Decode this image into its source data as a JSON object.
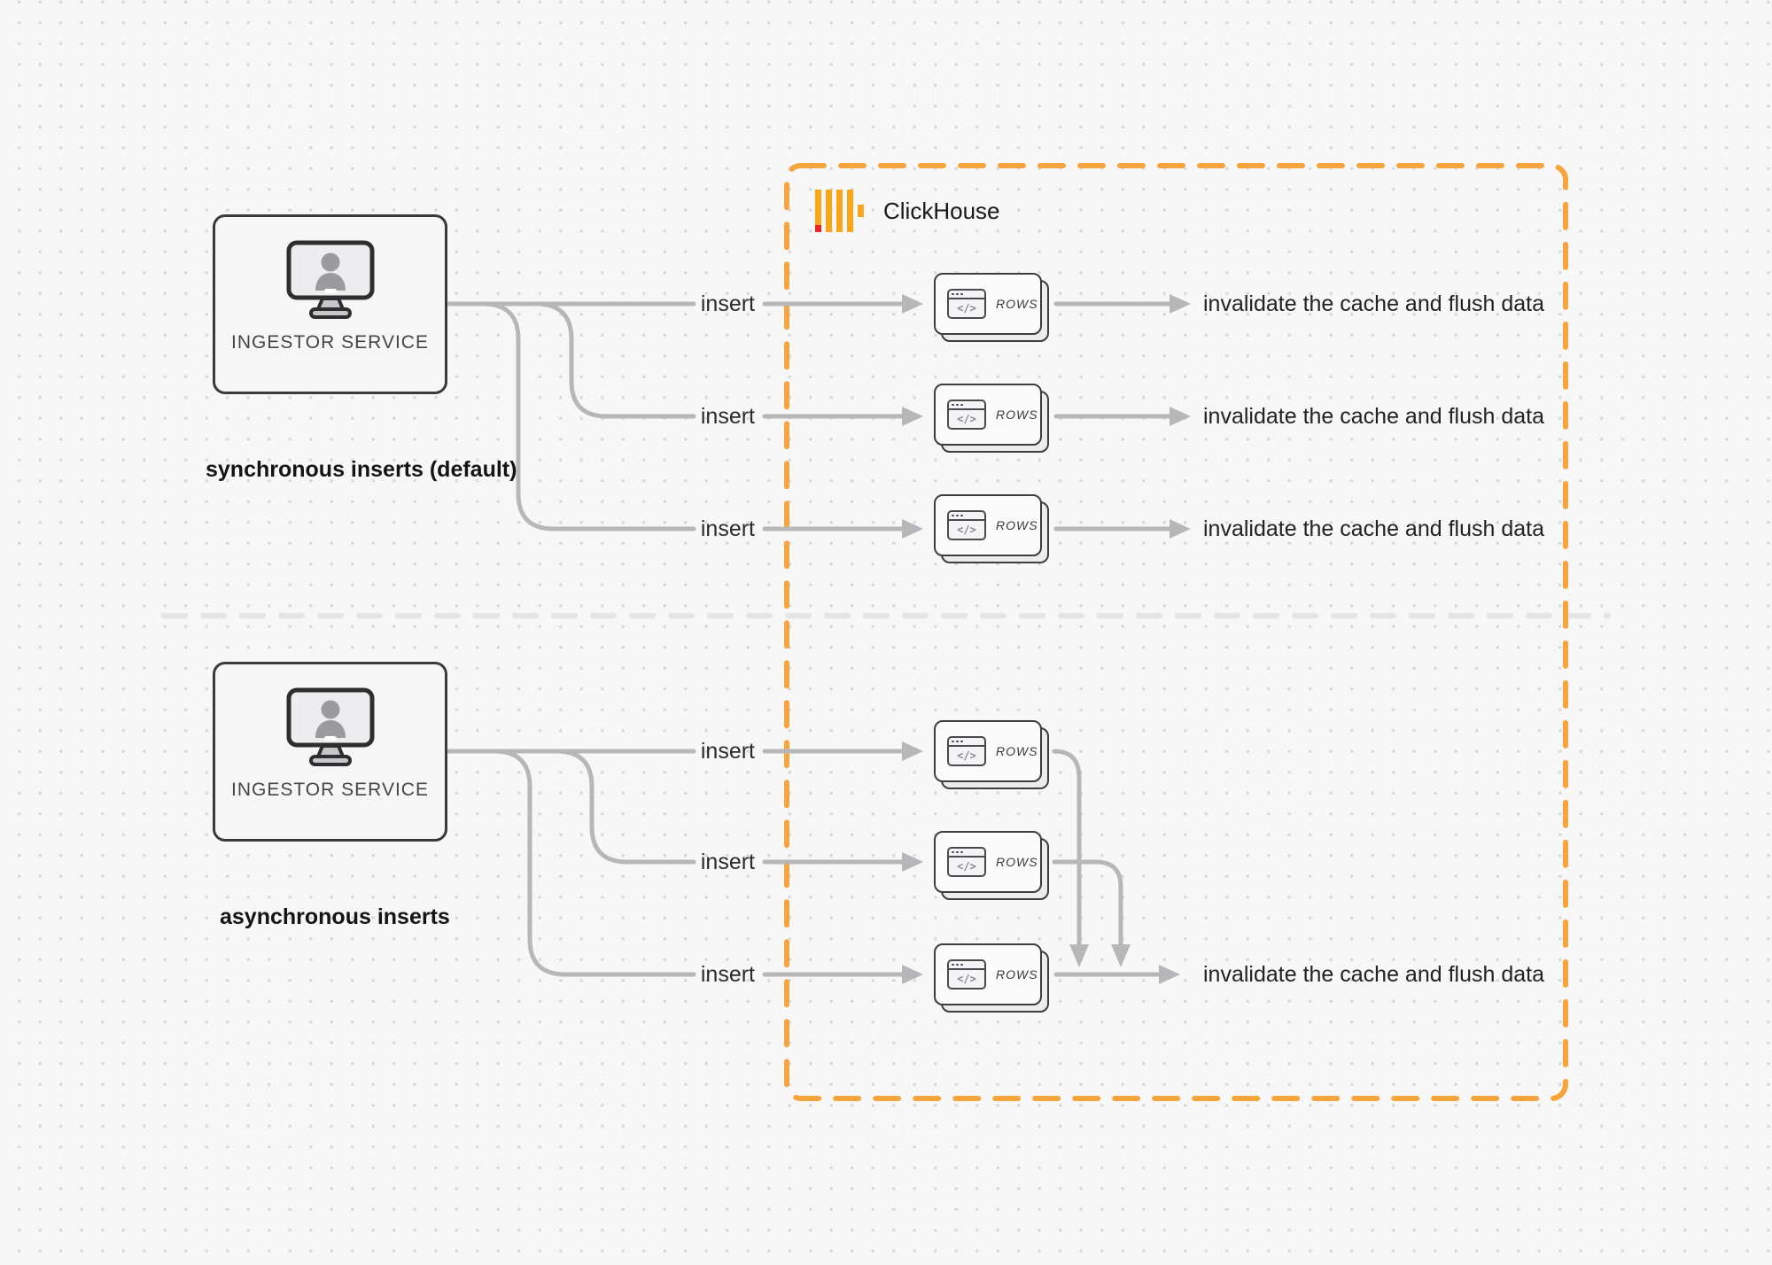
{
  "diagram": {
    "clickhouse_label": "ClickHouse",
    "insert_label": "insert",
    "invalidate_label": "invalidate the cache and flush data",
    "rows_label": "ROWS",
    "code_glyph": "</>",
    "sync_section": {
      "service_label": "INGESTOR SERVICE",
      "caption": "synchronous inserts (default)"
    },
    "async_section": {
      "service_label": "INGESTOR SERVICE",
      "caption": "asynchronous inserts"
    },
    "colors": {
      "accent_orange": "#F6A43B",
      "connector_gray": "#B7B7B9",
      "divider_gray": "#E5E5E8",
      "logo_yellow": "#FAA619",
      "logo_red": "#EF2520"
    }
  }
}
